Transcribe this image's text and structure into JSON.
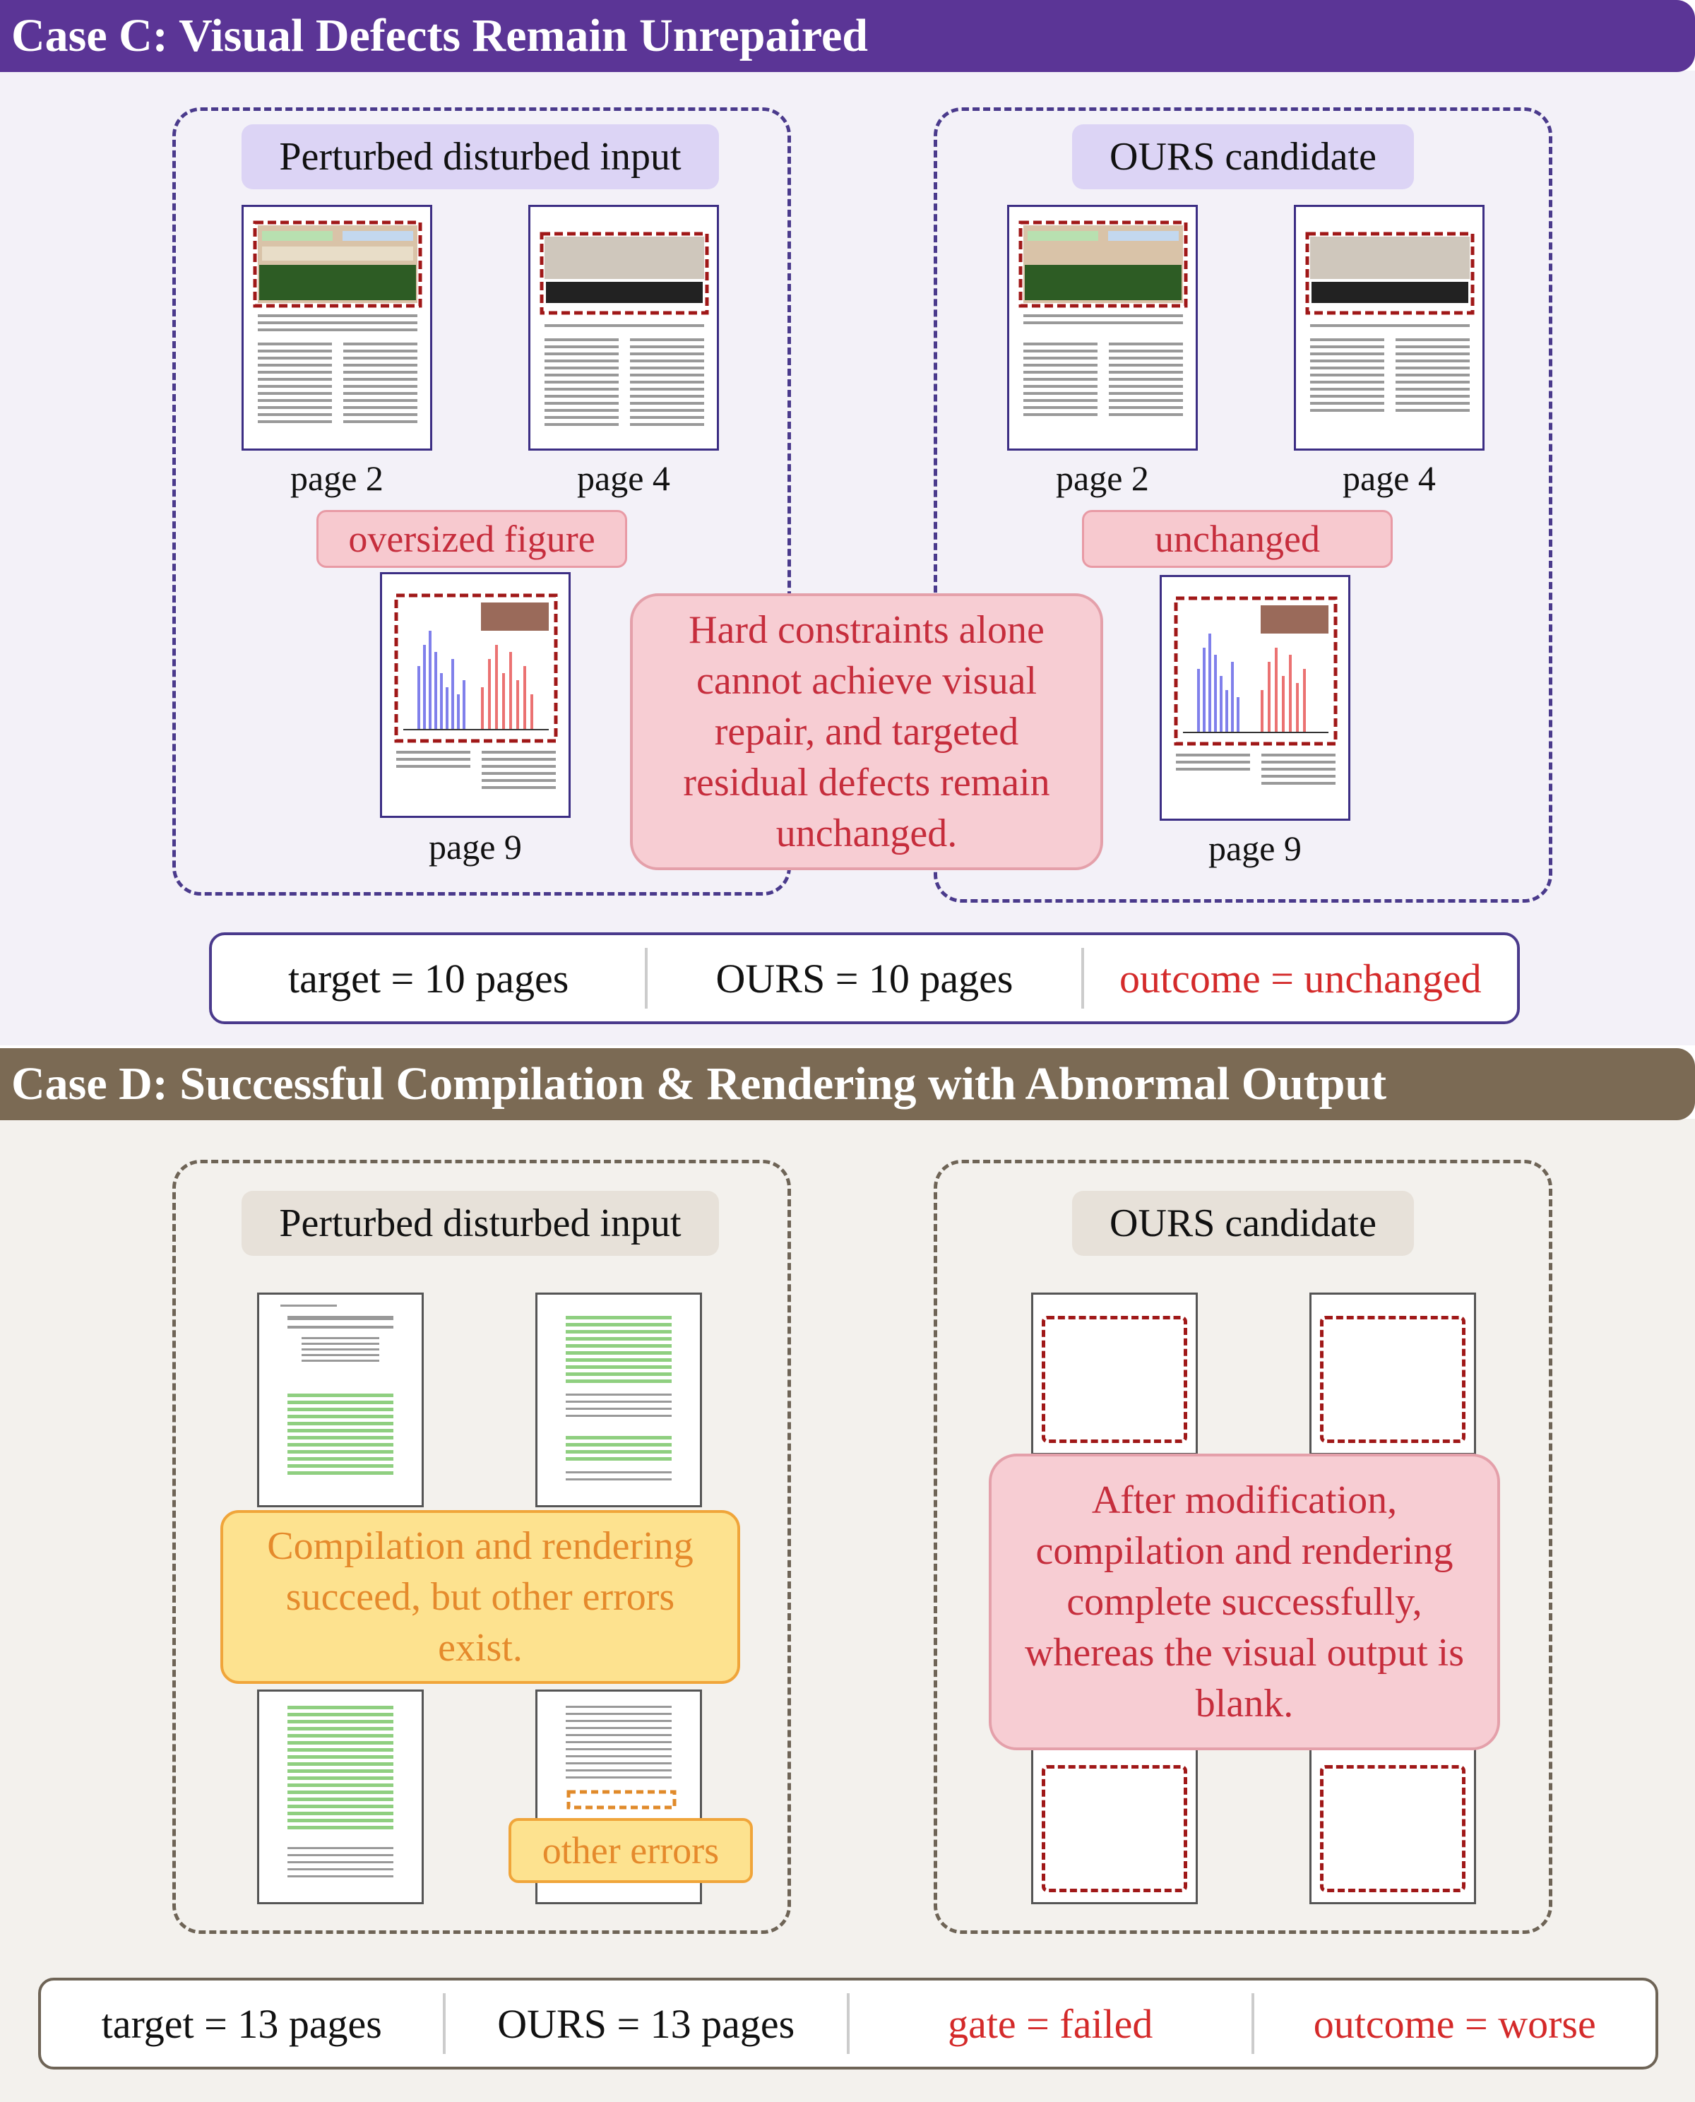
{
  "case_c": {
    "title": "Case C: Visual Defects Remain Unrepaired",
    "colors": {
      "banner": "#5b3596",
      "frame": "#4a3a8c",
      "pill": "#dcd4f5",
      "bg": "#f3f1f8"
    },
    "left": {
      "header": "Perturbed disturbed input",
      "pages": [
        "page 2",
        "page 4",
        "page 9"
      ],
      "tag": "oversized figure"
    },
    "right": {
      "header": "OURS candidate",
      "pages": [
        "page 2",
        "page 4",
        "page 9"
      ],
      "tag": "unchanged"
    },
    "callout": "Hard constraints alone cannot achieve visual repair, and targeted residual defects remain unchanged.",
    "summary": [
      "target = 10 pages",
      "OURS = 10 pages",
      "outcome = unchanged"
    ]
  },
  "case_d": {
    "title": "Case D: Successful Compilation & Rendering with Abnormal Output",
    "colors": {
      "banner": "#7b6a54",
      "frame": "#6e6456",
      "pill": "#e7e1d9",
      "bg": "#f3f1ed"
    },
    "left": {
      "header": "Perturbed disturbed input",
      "callout": "Compilation and rendering succeed, but other errors exist.",
      "tag": "other errors"
    },
    "right": {
      "header": "OURS candidate",
      "callout": "After modification, compilation and rendering complete successfully, whereas the visual output is blank."
    },
    "summary": [
      "target = 13 pages",
      "OURS = 13 pages",
      "gate = failed",
      "outcome = worse"
    ]
  }
}
